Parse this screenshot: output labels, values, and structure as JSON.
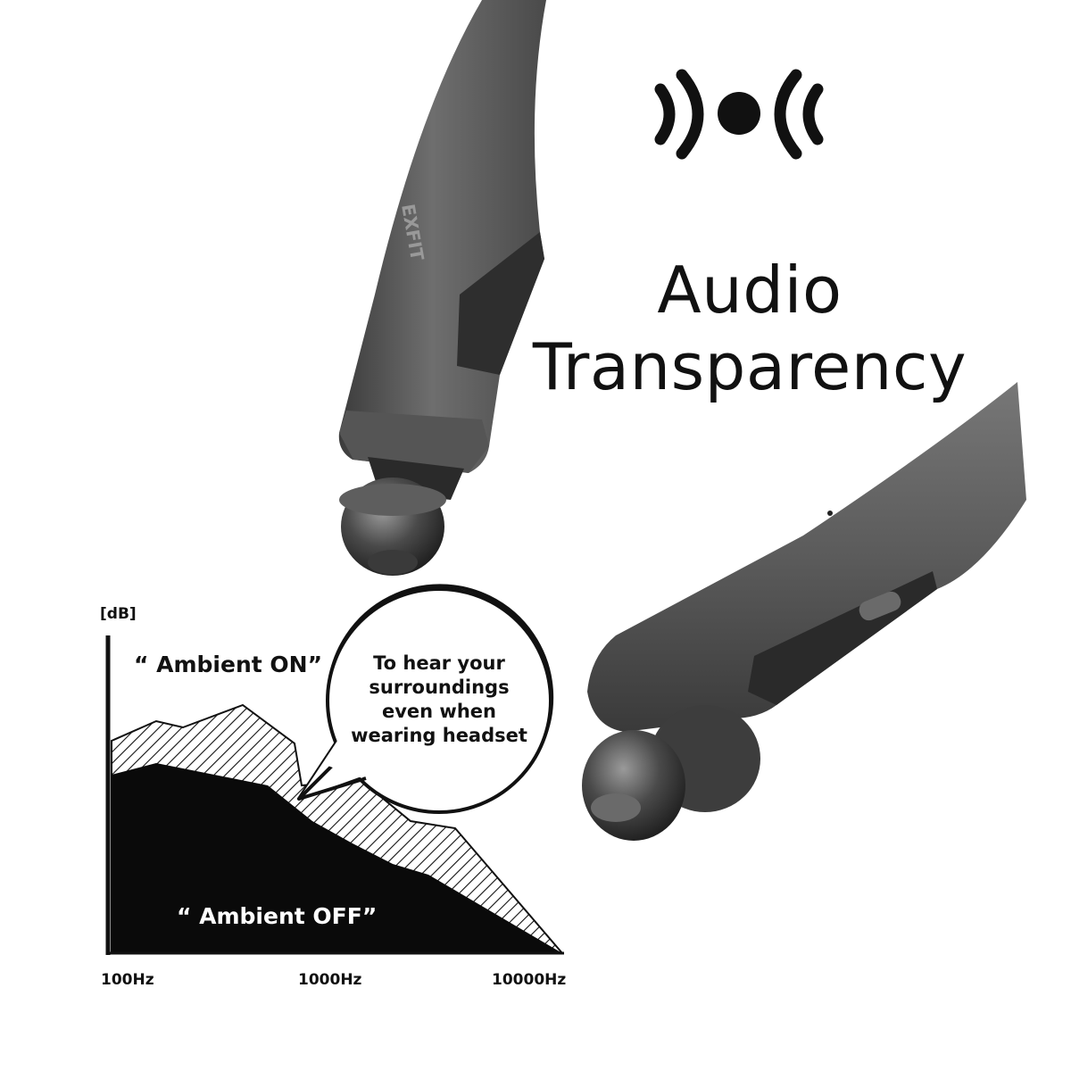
{
  "heading": {
    "line1": "Audio",
    "line2": "Transparency"
  },
  "graph": {
    "y_unit": "[dB]",
    "ambient_on": "“ Ambient ON”",
    "ambient_off": "“ Ambient OFF”",
    "x_ticks": [
      "100Hz",
      "1000Hz",
      "10000Hz"
    ]
  },
  "callout": {
    "text": "To hear your surroundings even when wearing headset"
  },
  "product": {
    "brand_mark": "EXFIT"
  },
  "icons": {
    "transparency": "sound-waves-icon"
  }
}
